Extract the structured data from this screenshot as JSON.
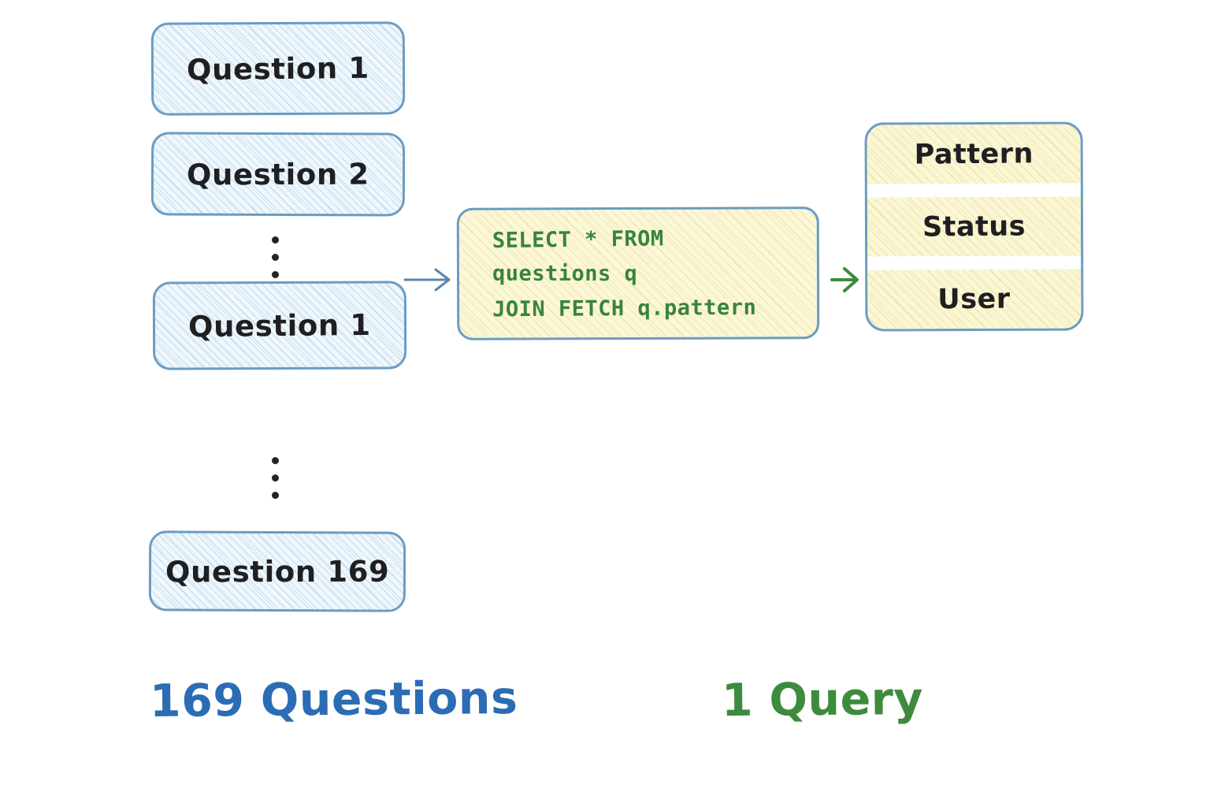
{
  "diagram": {
    "title": "N+1 Query Problem vs Single Join Fetch Query",
    "background": "#ffffff",
    "colors": {
      "box_border": "#6a9cc4",
      "question_fill": "#eff7fc",
      "question_hatch": "#96c4e4",
      "query_fill": "#fbf7d7",
      "query_hatch": "#ddce78",
      "query_text": "#37843a",
      "label_text": "#1f1f22",
      "caption_blue": "#2c6cb5",
      "caption_green": "#3d8b3d",
      "arrow_blue": "#5b86ad",
      "arrow_green": "#3d8b3d"
    }
  },
  "questions": {
    "boxes": [
      {
        "label": "Question 1"
      },
      {
        "label": "Question 2"
      },
      {
        "label": "Question 1"
      },
      {
        "label": "Question 169"
      }
    ],
    "ellipsis": [
      {
        "name": "ellipsis-upper",
        "dots": 3
      },
      {
        "name": "ellipsis-lower",
        "dots": 3
      }
    ]
  },
  "query": {
    "lines": [
      "SELECT * FROM",
      "questions q",
      "JOIN FETCH q.pattern"
    ]
  },
  "result": {
    "rows": [
      {
        "label": "Pattern"
      },
      {
        "label": "Status"
      },
      {
        "label": "User"
      }
    ]
  },
  "arrows": [
    {
      "name": "arrow-questions-to-query",
      "color": "#5b86ad",
      "direction": "right"
    },
    {
      "name": "arrow-query-to-result",
      "color": "#3d8b3d",
      "direction": "right"
    }
  ],
  "captions": {
    "left": "169 Questions",
    "right": "1 Query"
  }
}
